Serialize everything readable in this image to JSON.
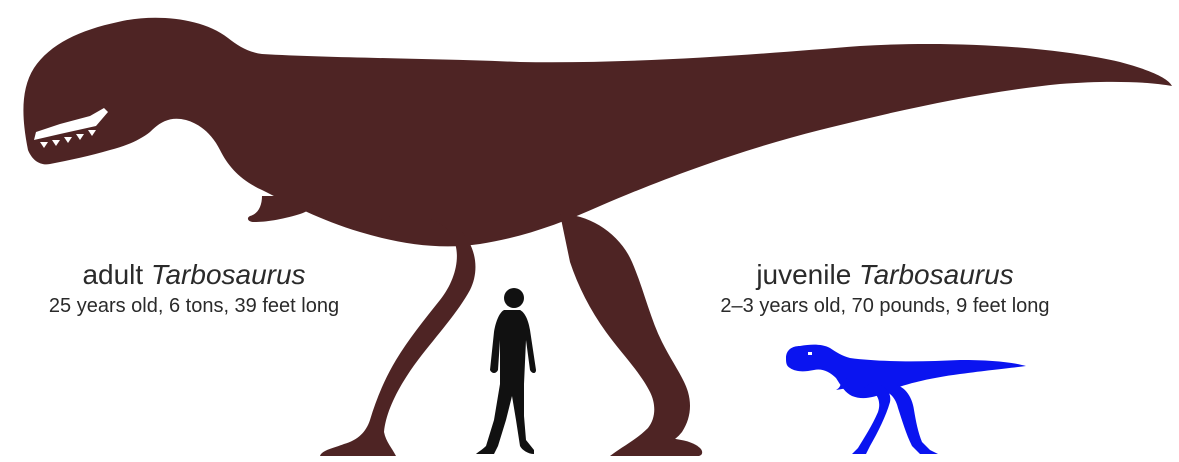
{
  "adult": {
    "prefix": "adult",
    "genus": "Tarbosaurus",
    "details": "25 years old, 6 tons, 39 feet long",
    "color": "#4e2424"
  },
  "juvenile": {
    "prefix": "juvenile",
    "genus": "Tarbosaurus",
    "details": "2–3 years old, 70 pounds, 9 feet long",
    "color": "#0a14f0"
  },
  "human": {
    "color": "#111111"
  }
}
